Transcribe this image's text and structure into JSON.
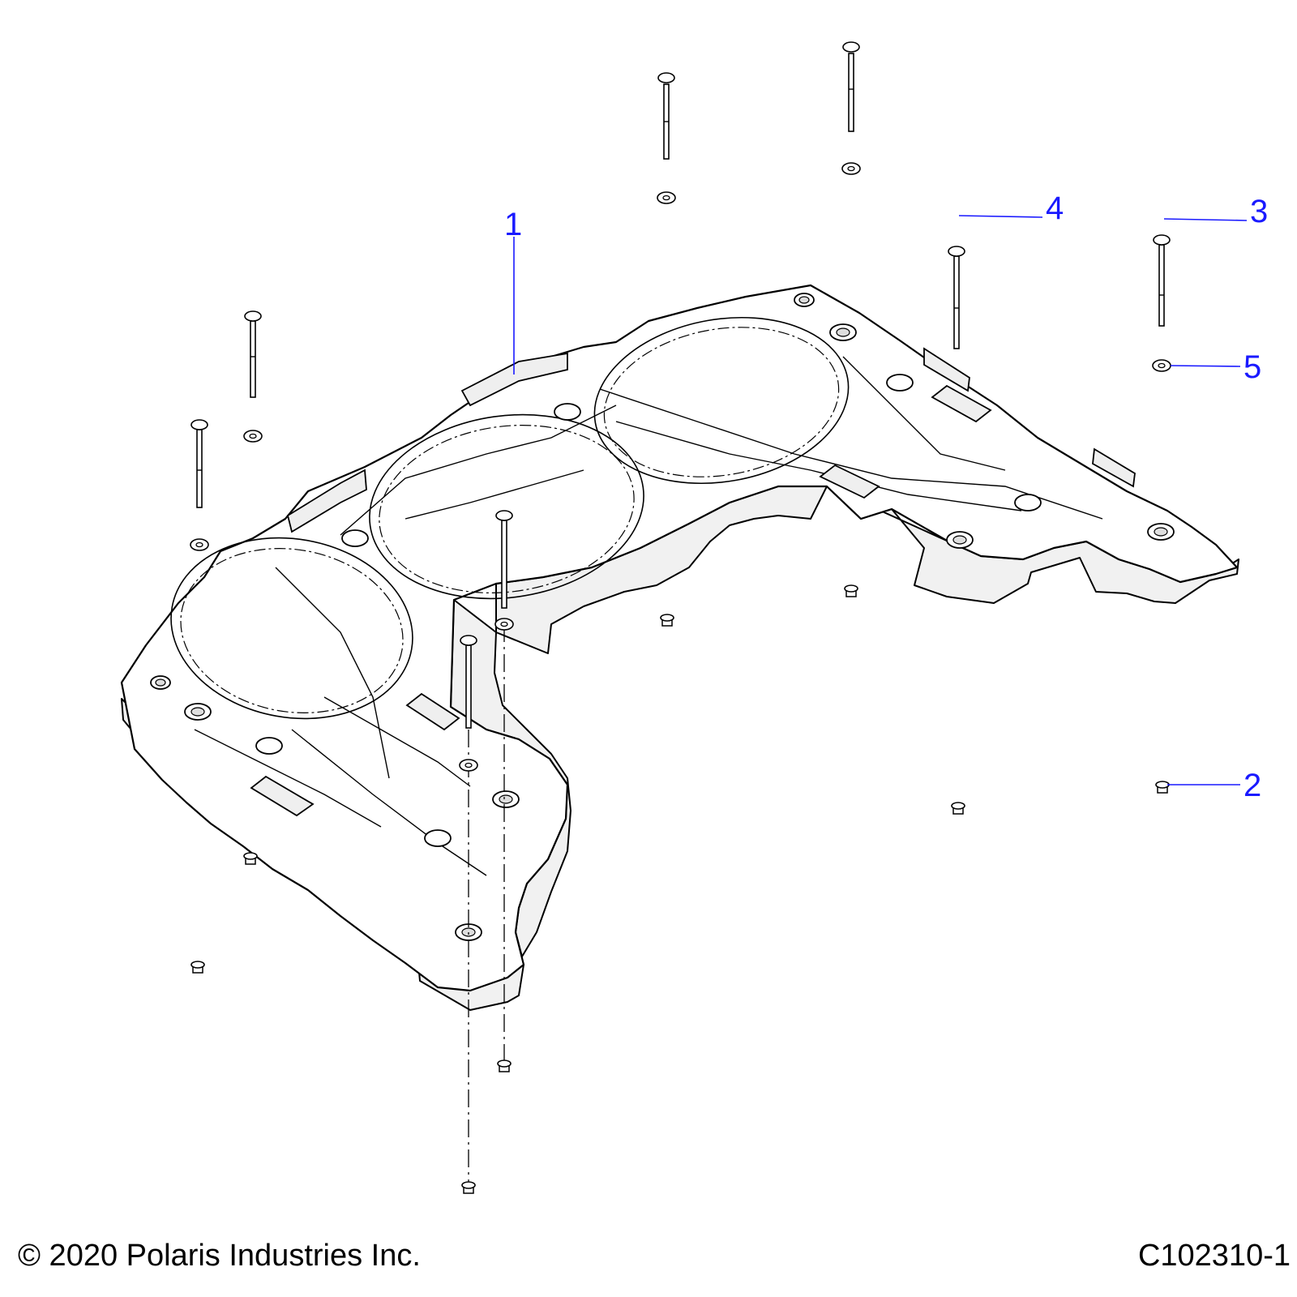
{
  "footer": {
    "copyright": "© 2020 Polaris Industries Inc.",
    "figure_id": "C102310-1"
  },
  "callouts": [
    {
      "label": "1",
      "part": "rack"
    },
    {
      "label": "2",
      "part": "nut"
    },
    {
      "label": "3",
      "part": "bolt"
    },
    {
      "label": "4",
      "part": "bolt"
    },
    {
      "label": "5",
      "part": "washer"
    }
  ],
  "colors": {
    "callout": "#1a1aff",
    "line": "#000000"
  }
}
